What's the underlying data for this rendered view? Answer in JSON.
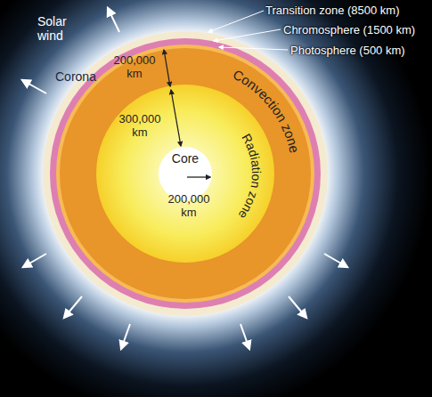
{
  "diagram": {
    "labels": [
      "Solar wind",
      "Transition zone (8500 km)",
      "Chromosphere (1500 km)",
      "Photosphere (500 km)",
      "Corona",
      "200,000 km",
      "Convection zone",
      "300,000 km",
      "Radiation zone",
      "Core",
      "200,000 km"
    ]
  }
}
